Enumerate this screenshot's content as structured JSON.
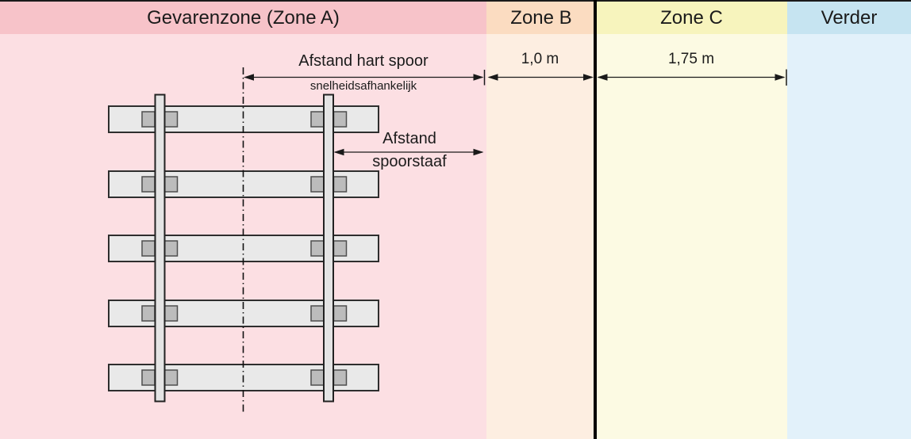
{
  "zones": {
    "a": {
      "label": "Gevarenzone (Zone A)",
      "header_color": "#f7c3c9",
      "body_color": "#fcdfe3"
    },
    "b": {
      "label": "Zone B",
      "header_color": "#fbdcc1",
      "body_color": "#fdeee1",
      "distance": "1,0 m"
    },
    "c": {
      "label": "Zone C",
      "header_color": "#f7f4bd",
      "body_color": "#fcfae3",
      "distance": "1,75 m"
    },
    "verder": {
      "label": "Verder",
      "header_color": "#c6e4f1",
      "body_color": "#e2f1fa"
    }
  },
  "annotations": {
    "center_distance_label": "Afstand hart spoor",
    "center_distance_note": "snelheidsafhankelijk",
    "rail_distance_line1": "Afstand",
    "rail_distance_line2": "spoorstaaf"
  },
  "colors": {
    "top_border": "#1a1a1a",
    "divider": "#000000",
    "dimension_lines": "#1a1a1a"
  }
}
